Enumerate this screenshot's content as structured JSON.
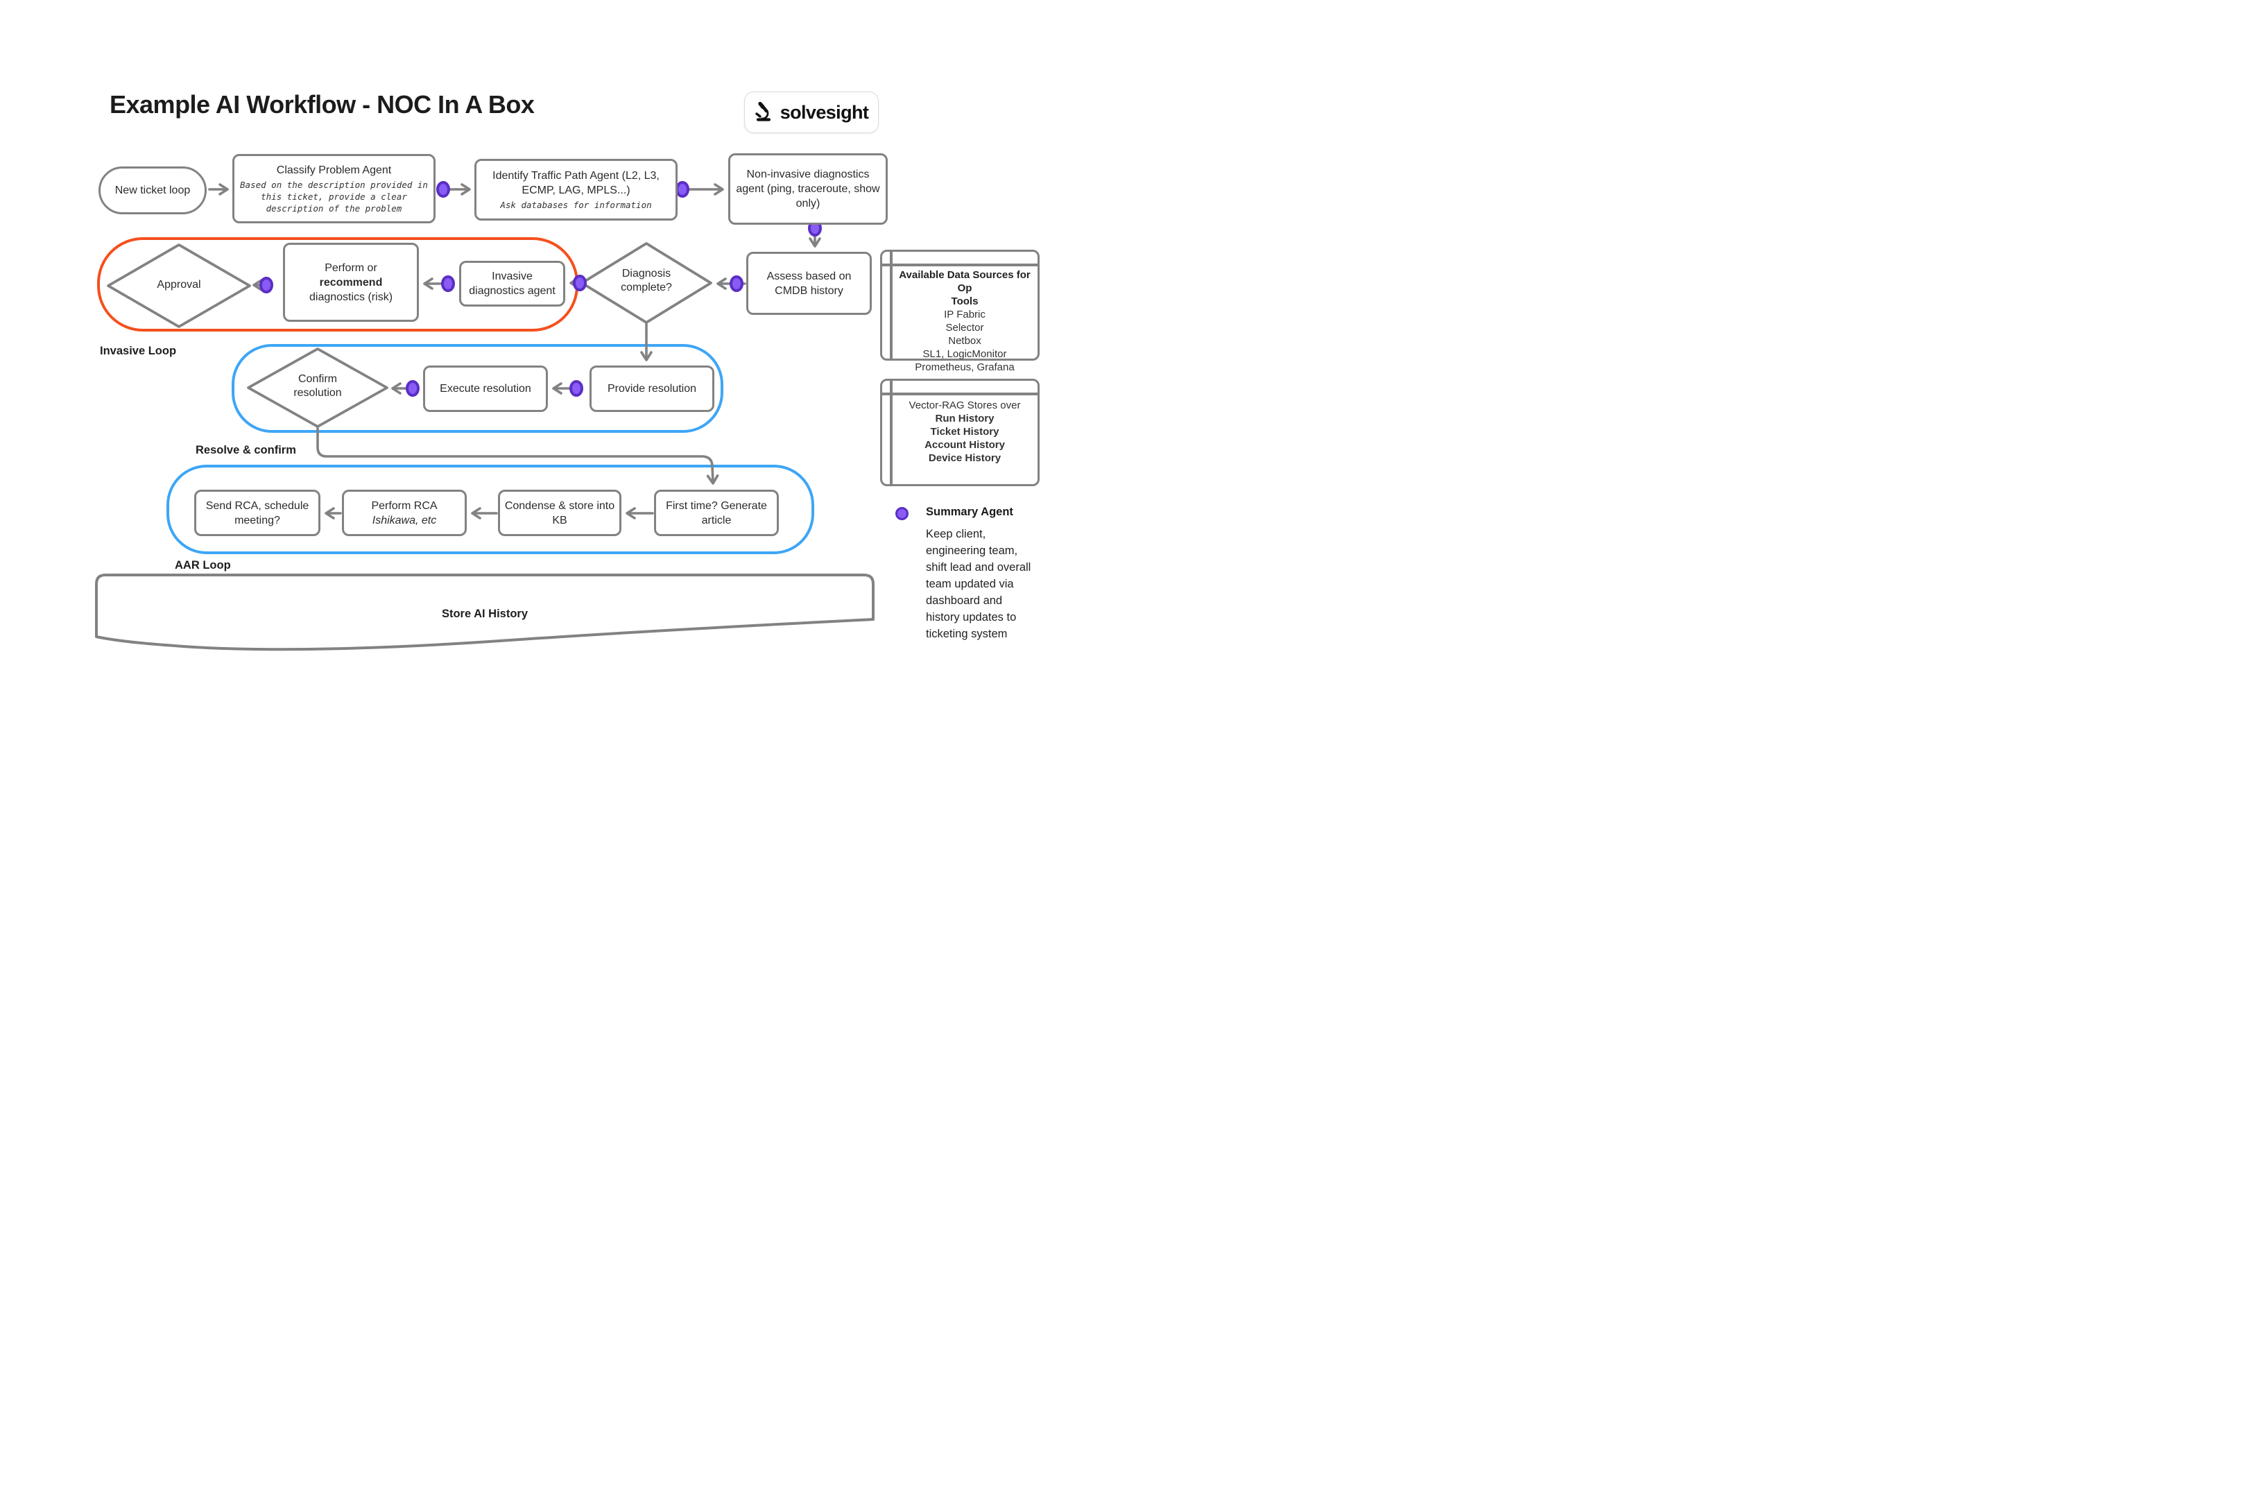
{
  "title": "Example AI Workflow - NOC In A Box",
  "logo": {
    "brand": "solvesight"
  },
  "colors": {
    "node_border": "#828282",
    "arrow": "#828282",
    "invasive_loop_border": "#F4501E",
    "blue_loop_border": "#3EA6F6",
    "agent_dot_fill": "#8A5CF6",
    "agent_dot_ring": "#5B2EC4",
    "text": "#262626"
  },
  "nodes": {
    "new_ticket": {
      "label": "New ticket loop"
    },
    "classify": {
      "title": "Classify Problem Agent",
      "note": "Based on the description provided in this ticket, provide a clear description of the problem"
    },
    "identify": {
      "title": "Identify Traffic Path Agent (L2, L3, ECMP, LAG, MPLS...)",
      "note": "Ask databases for information"
    },
    "non_invasive": {
      "label": "Non-invasive diagnostics agent (ping, traceroute, show only)"
    },
    "assess": {
      "label": "Assess based on CMDB history"
    },
    "diagnosis": {
      "label": "Diagnosis complete?"
    },
    "invasive_agent": {
      "label": "Invasive diagnostics agent"
    },
    "perform": {
      "line1": "Perform or",
      "line2": "recommend",
      "line3": "diagnostics (risk)"
    },
    "approval": {
      "label": "Approval"
    },
    "provide": {
      "label": "Provide resolution"
    },
    "execute": {
      "label": "Execute resolution"
    },
    "confirm": {
      "label": "Confirm resolution"
    },
    "first_time": {
      "label": "First time? Generate article"
    },
    "condense": {
      "label": "Condense & store into KB"
    },
    "perform_rca": {
      "title": "Perform RCA",
      "note": "Ishikawa, etc"
    },
    "send_rca": {
      "label": "Send RCA, schedule meeting?"
    },
    "store_history": {
      "label": "Store AI History"
    }
  },
  "loop_labels": {
    "invasive": "Invasive Loop",
    "resolve": "Resolve & confirm",
    "aar": "AAR Loop"
  },
  "sidebar": {
    "data_sources": {
      "title_lines": [
        "Available Data Sources for Op",
        "Tools"
      ],
      "items": [
        "IP Fabric",
        "Selector",
        "Netbox",
        "SL1, LogicMonitor",
        "Prometheus, Grafana"
      ]
    },
    "vector_rag": {
      "intro": "Vector-RAG Stores over",
      "items": [
        "Run History",
        "Ticket History",
        "Account History",
        "Device History"
      ]
    }
  },
  "legend": {
    "title": "Summary Agent",
    "description": "Keep client, engineering team, shift lead and overall team updated via dashboard and history updates to ticketing system"
  }
}
